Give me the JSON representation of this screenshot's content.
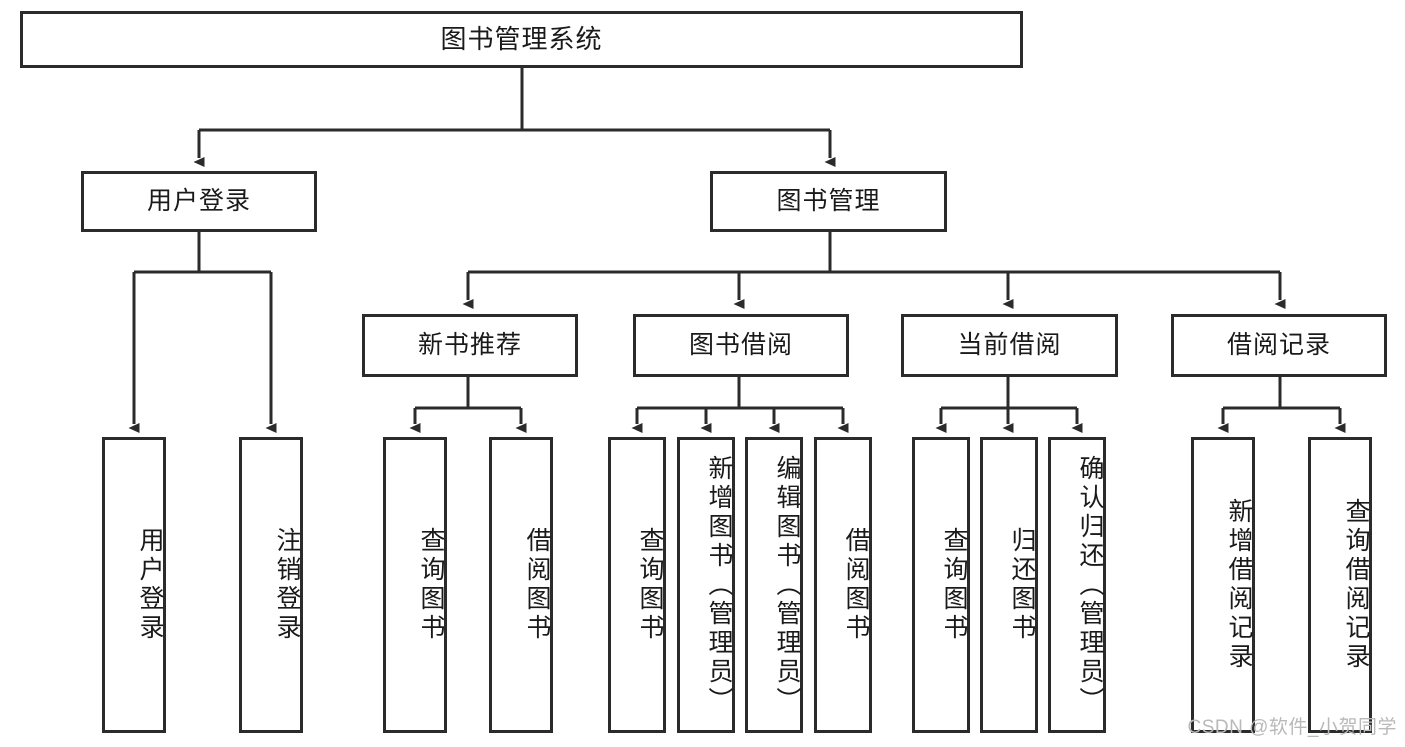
{
  "diagram": {
    "title": "图书管理系统",
    "type": "tree-hierarchy-diagram",
    "colors": {
      "box_border": "#2b2b2b",
      "box_fill": "#ffffff",
      "edge": "#2b2b2b",
      "background": "#ffffff",
      "watermark": "#b9b9b9"
    },
    "root": {
      "label": "图书管理系统"
    },
    "level2": [
      {
        "id": "user-login",
        "label": "用户登录"
      },
      {
        "id": "book-manage",
        "label": "图书管理"
      }
    ],
    "level3": [
      {
        "id": "new-book-recommend",
        "label": "新书推荐"
      },
      {
        "id": "book-borrow",
        "label": "图书借阅"
      },
      {
        "id": "current-borrow",
        "label": "当前借阅"
      },
      {
        "id": "borrow-record",
        "label": "借阅记录"
      }
    ],
    "leaves": {
      "user_login": [
        {
          "id": "leaf-user-login",
          "label": "用户登录"
        },
        {
          "id": "leaf-logout-login",
          "label": "注销登录"
        }
      ],
      "new_book_recommend": [
        {
          "id": "leaf-query-book-1",
          "label": "查询图书"
        },
        {
          "id": "leaf-borrow-book-1",
          "label": "借阅图书"
        }
      ],
      "book_borrow": [
        {
          "id": "leaf-query-book-2",
          "label": "查询图书"
        },
        {
          "id": "leaf-add-book",
          "label": "新增图书（管理员）"
        },
        {
          "id": "leaf-edit-book",
          "label": "编辑图书（管理员）"
        },
        {
          "id": "leaf-borrow-book-2",
          "label": "借阅图书"
        }
      ],
      "current_borrow": [
        {
          "id": "leaf-query-book-3",
          "label": "查询图书"
        },
        {
          "id": "leaf-return-book",
          "label": "归还图书"
        },
        {
          "id": "leaf-confirm-return",
          "label": "确认归还（管理员）"
        }
      ],
      "borrow_record": [
        {
          "id": "leaf-add-record",
          "label": "新增借阅记录"
        },
        {
          "id": "leaf-query-record",
          "label": "查询借阅记录"
        }
      ]
    },
    "watermark": "CSDN @软件_小贺同学"
  }
}
